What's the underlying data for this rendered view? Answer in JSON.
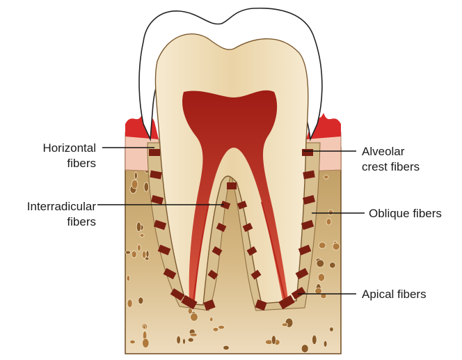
{
  "labels": {
    "horizontal": {
      "line1": "Horizontal",
      "line2": "fibers"
    },
    "interradicular": {
      "line1": "Interradicular",
      "line2": "fibers"
    },
    "alveolar_crest": {
      "line1": "Alveolar",
      "line2": "crest fibers"
    },
    "oblique": {
      "line1": "Oblique fibers"
    },
    "apical": {
      "line1": "Apical fibers"
    }
  },
  "colors": {
    "enamel": "#ffffff",
    "dentin": "#f1dfb8",
    "pulp": "#b8261c",
    "bone": "#c8a874",
    "gingiva": "#f3c9b5",
    "fibers": "#7a1e12",
    "cementum": "#e9d3a3"
  }
}
